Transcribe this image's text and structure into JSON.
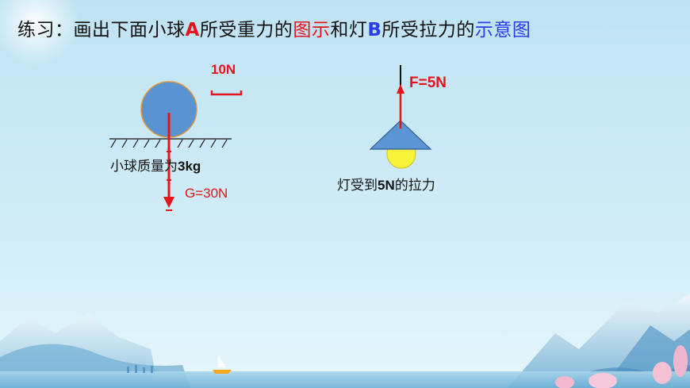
{
  "title": {
    "prefix": "练习：画出下面小球",
    "letter_a": "A",
    "mid1": "所受重力的",
    "term1": "图示",
    "mid2": "和灯",
    "letter_b": "B",
    "mid3": "所受拉力的",
    "term2": "示意图"
  },
  "ball_diagram": {
    "scale_label": "10N",
    "mass_caption_prefix": "小球质量为",
    "mass_caption_value": "3kg",
    "force_label": "G=30N"
  },
  "lamp_diagram": {
    "force_label": "F=5N",
    "caption_prefix": "灯受到",
    "caption_value": "5N",
    "caption_suffix": "的拉力"
  },
  "colors": {
    "ball": "#5a94d0",
    "ball_outline": "#e3963d",
    "arrow": "#e8141b",
    "lampshade": "#5b95d3",
    "bulb": "#f7f33a"
  }
}
